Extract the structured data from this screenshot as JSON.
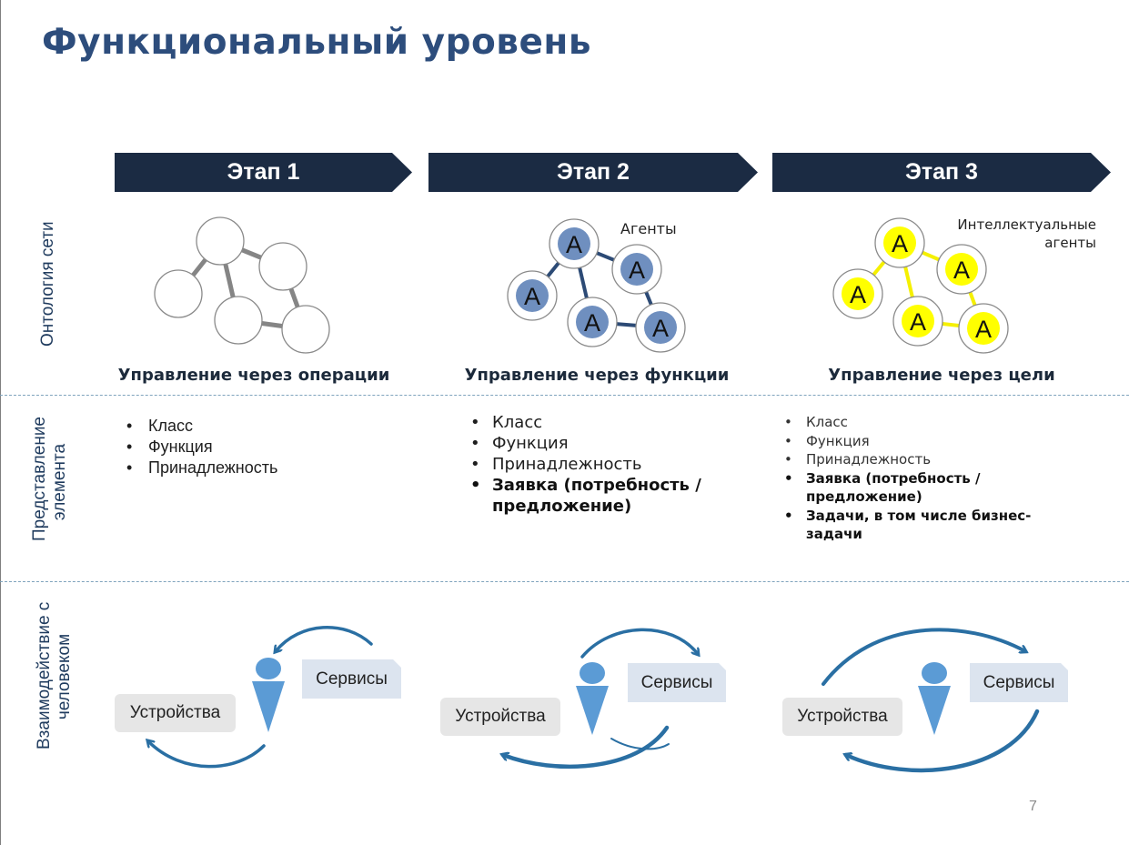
{
  "title": "Функциональный уровень",
  "stages": [
    {
      "label": "Этап 1"
    },
    {
      "label": "Этап 2"
    },
    {
      "label": "Этап 3"
    }
  ],
  "row_labels": {
    "ontology": "Онтология сети",
    "representation_line1": "Представление",
    "representation_line2": "элемента",
    "interaction_line1": "Взаимодействие с",
    "interaction_line2": "человеком"
  },
  "captions": [
    "Управление через операции",
    "Управление через функции",
    "Управление через цели"
  ],
  "annotations": {
    "agents": "Агенты",
    "smart_agents_line1": "Интеллектуальные",
    "smart_agents_line2": "агенты",
    "node_letter": "A"
  },
  "lists": {
    "stage1": [
      "Класс",
      "Функция",
      "Принадлежность"
    ],
    "stage2": [
      "Класс",
      "Функция",
      "Принадлежность",
      "Заявка (потребность / предложение)"
    ],
    "stage3": [
      "Класс",
      "Функция",
      "Принадлежность",
      "Заявка (потребность / предложение)",
      "Задачи, в том числе бизнес-задачи"
    ]
  },
  "boxes": {
    "services": "Сервисы",
    "devices": "Устройства"
  },
  "colors": {
    "title": "#2d4d7c",
    "stage_bg": "#1b2b43",
    "agent_fill": "#6f8fbf",
    "agent_edge": "#2c4a75",
    "smart_fill": "#ffff00",
    "smart_edge": "#f5f000",
    "person": "#5b9bd5",
    "arrow": "#2a6fa3",
    "services_bg": "#dce4ef",
    "devices_bg": "#e6e6e6"
  },
  "icons": [
    "person-icon",
    "curved-arrow-icon"
  ],
  "page_number": "7"
}
